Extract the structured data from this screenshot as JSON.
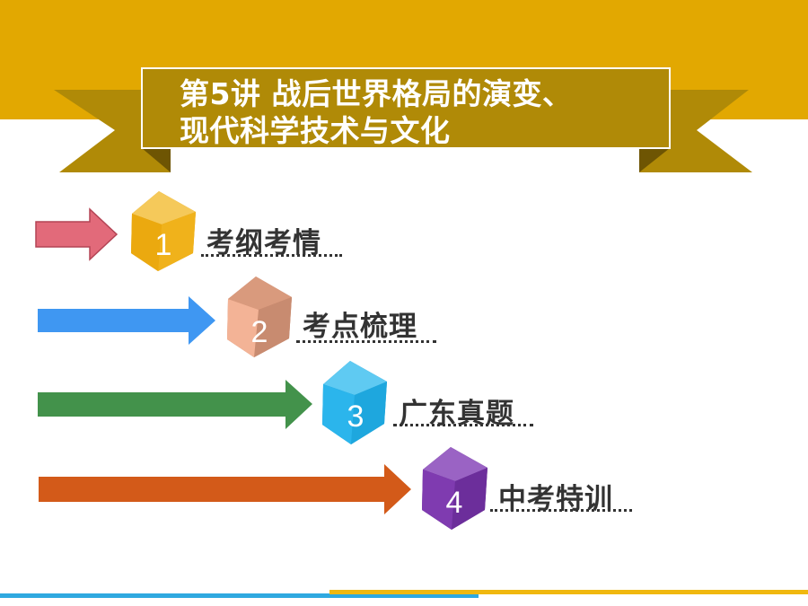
{
  "title": {
    "line1": "第5讲  战后世界格局的演变、",
    "line2": "现代科学技术与文化"
  },
  "menu": [
    {
      "number": "1",
      "label": "考纲考情",
      "arrow_color": "#e26a7a",
      "arrow_stroke": "#b34455",
      "cube_color": "#f0b21b"
    },
    {
      "number": "2",
      "label": "考点梳理",
      "arrow_color": "#3f97f2",
      "arrow_stroke": "#3f97f2",
      "cube_color": "#f3b396"
    },
    {
      "number": "3",
      "label": "广东真题",
      "arrow_color": "#43924b",
      "arrow_stroke": "#43924b",
      "cube_color": "#2bb5ec"
    },
    {
      "number": "4",
      "label": "中考特训",
      "arrow_color": "#d35a19",
      "arrow_stroke": "#d35a19",
      "cube_color": "#7f3bb0"
    }
  ],
  "colors": {
    "band": "#e2a801",
    "ribbon": "#b08a07",
    "ribbon_dark": "#8a6b04",
    "bottom_blue": "#2fa9e0",
    "bottom_yellow": "#f0b810"
  }
}
